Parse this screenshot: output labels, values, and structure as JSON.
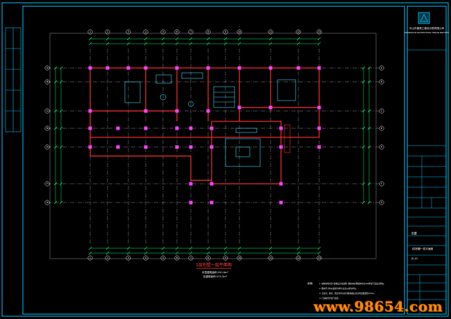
{
  "sheet_title": "1层别墅一层平面图",
  "area_line_1": "本层建筑面积:250.9m²",
  "area_line_2": "总建筑面积:575.3m²",
  "title_block": {
    "company_cn": "中山市建筑工程设计院有限公司",
    "company_en": "ZHONGSHAN ARCHITECTURAL DESIGN INSTITUTE",
    "project_name": "别墅",
    "drawing_name": "1层别墅一层平面图",
    "drawing_no": "JS-01"
  },
  "notes_label": "说明:",
  "notes": [
    "1.  墙体材料详见“建筑设计总说明”,图中未注明墙体均为200厚加气混凝土砌块。",
    "2.  图中尺寸均以毫米为单位,标高以米为单位。",
    "3.  卫生间、厨房、阳台等有水房间楼地面标高比同层楼面低20mm。",
    "4.  门窗编号详见门窗表。"
  ],
  "axis_numbers": [
    "1",
    "2",
    "3",
    "4",
    "5",
    "6",
    "7",
    "8",
    "9",
    "10",
    "11",
    "12",
    "13"
  ],
  "axis_letters": [
    "A",
    "B",
    "C",
    "D",
    "E",
    "F",
    "G"
  ],
  "watermark": "www.98654.com",
  "colors": {
    "background": "#000000",
    "frame": "#00c8ff",
    "grid_line": "#ffffff",
    "dimension": "#00ff66",
    "wall": "#ff3030",
    "column": "#ff40ff",
    "furniture": "#40e0ff",
    "title_text": "#ff4040",
    "watermark": "#ff8a00"
  }
}
